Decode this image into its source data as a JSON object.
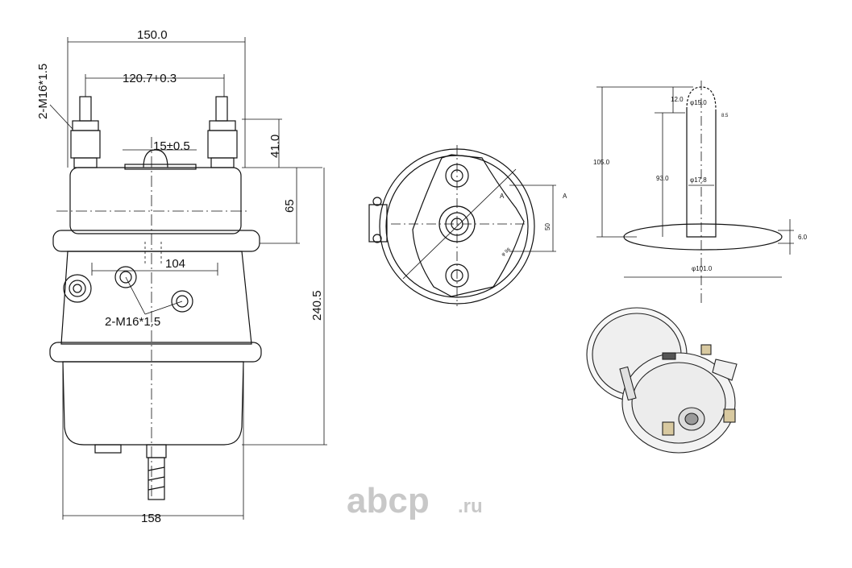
{
  "front_view": {
    "overall_width": "150.0",
    "stud_spacing": "120.7+0.3",
    "stud_thread_top": "2-M16*1.5",
    "port_spacing": "104",
    "port_thread": "2-M16*1.5",
    "dome_height": "15±0.5",
    "stud_height": "41.0",
    "section_height": "65",
    "overall_height": "240.5",
    "bottom_width": "158"
  },
  "end_view": {
    "section_mark_left": "A",
    "section_mark_right": "A",
    "offset_dim": "50",
    "bolt_circle": "φ 98"
  },
  "pushrod_view": {
    "tip_height": "12.0",
    "tip_diameter": "φ15.0",
    "tip_offset": "8.5",
    "overall_length": "105.0",
    "rod_length": "93.0",
    "rod_diameter": "φ17.8",
    "plate_thickness": "6.0",
    "plate_diameter": "φ101.0"
  },
  "watermark": {
    "brand": "abcp",
    "suffix": ".ru"
  }
}
